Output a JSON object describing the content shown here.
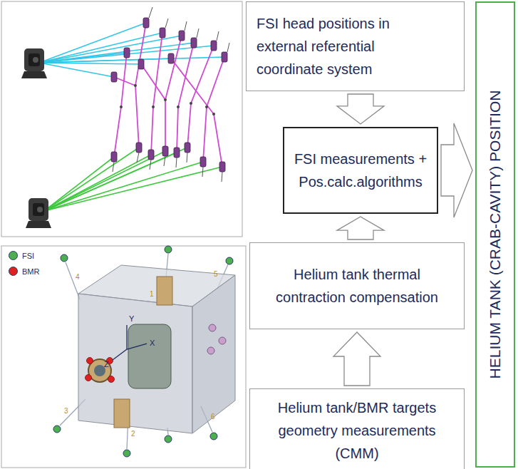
{
  "diagram": {
    "nodes": [
      {
        "text": [
          "FSI head positions in external referential coordinate system"
        ]
      },
      {
        "text": [
          "FSI measurements + Pos.calc.algorithms"
        ]
      },
      {
        "text": [
          "Helium tank thermal contraction compensation"
        ]
      },
      {
        "text": [
          "Helium tank/BMR targets geometry measurements (CMM)"
        ]
      },
      {
        "text": [
          "HELIUM TANK (CRAB-CAVITY) POSITION"
        ]
      }
    ],
    "edges": [
      {
        "from": 0,
        "to": 1,
        "arrow": "to"
      },
      {
        "from": 2,
        "to": 1,
        "arrow": "to"
      },
      {
        "from": 3,
        "to": 2,
        "arrow": "to"
      },
      {
        "from": 1,
        "to": 4,
        "arrow": "to"
      }
    ],
    "labels": [
      "Y",
      "X",
      "Z",
      "1",
      "2",
      "3",
      "4",
      "5",
      "6"
    ],
    "legend": [
      {
        "text": "FSI",
        "color": "#4caf50"
      },
      {
        "text": "BMR",
        "color": "#e02020"
      }
    ]
  }
}
